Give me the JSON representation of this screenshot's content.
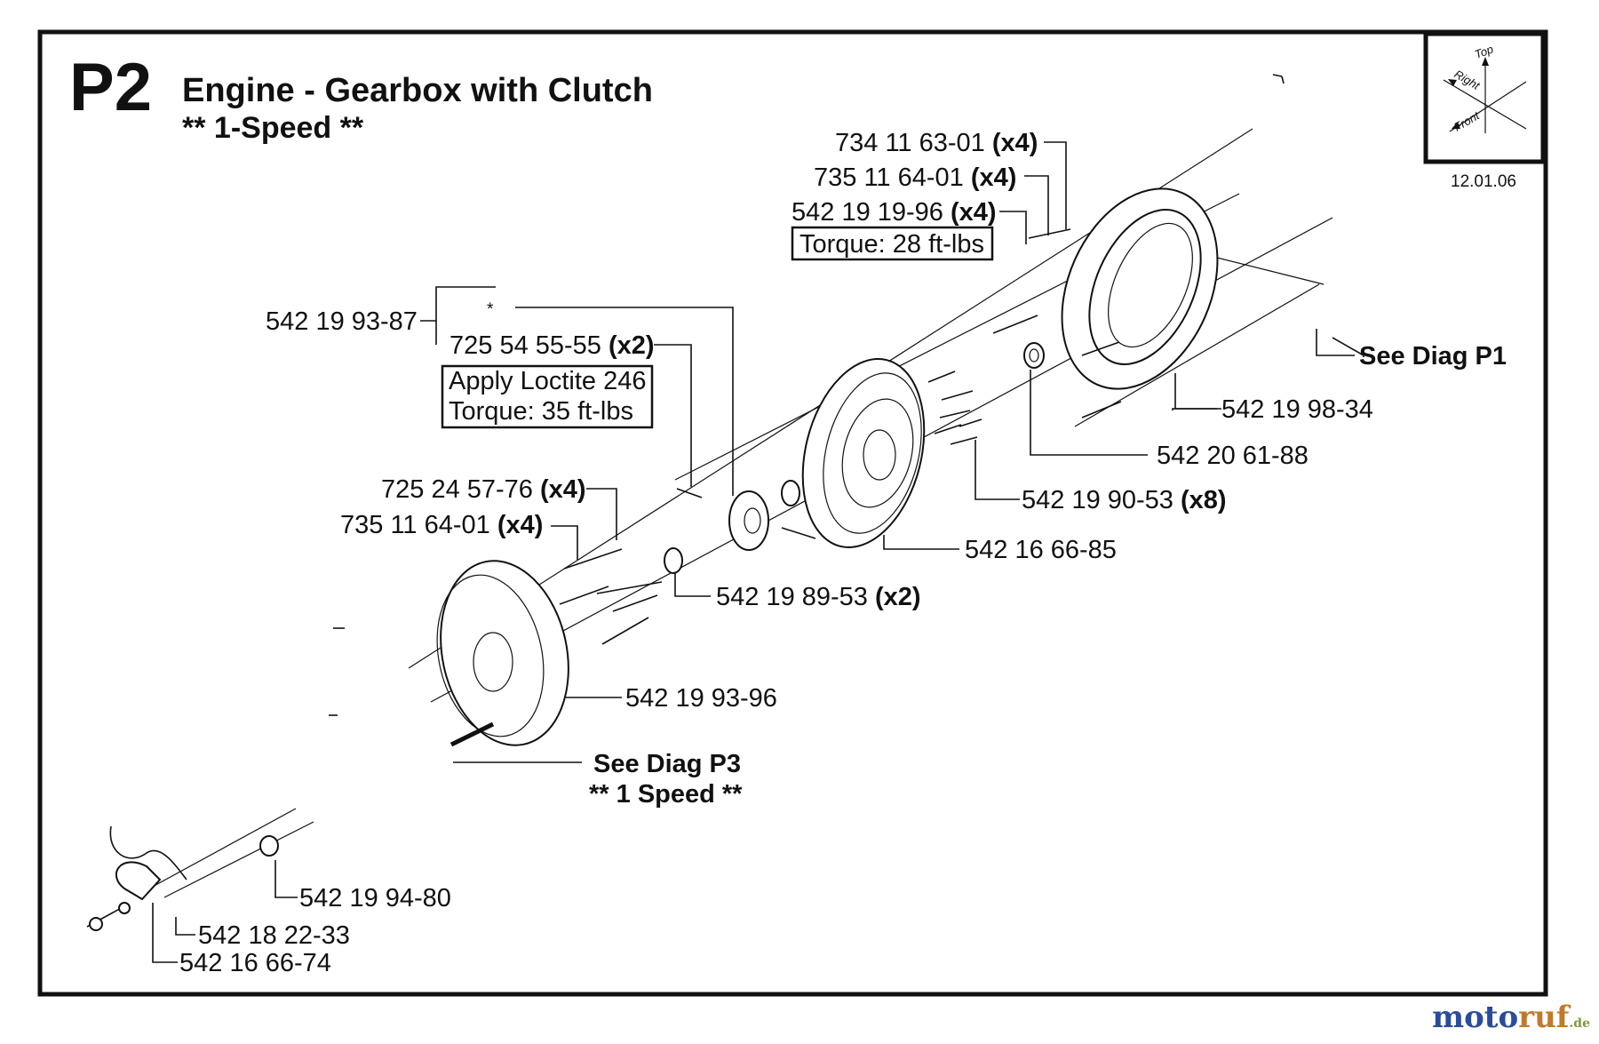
{
  "header": {
    "code": "P2",
    "title": "Engine - Gearbox with Clutch",
    "subtitle": "** 1-Speed **",
    "date": "12.01.06"
  },
  "orientation": {
    "top": "Top",
    "right": "Right",
    "front": "Front"
  },
  "callouts": {
    "c1": "734 11 63-01",
    "c1q": "(x4)",
    "c2": "735 11 64-01",
    "c2q": "(x4)",
    "c3": "542 19 19-96",
    "c3q": "(x4)",
    "torque1": "Torque: 28 ft-lbs",
    "c4": "542 19 93-87",
    "star": "*",
    "c5": "725 54 55-55",
    "c5q": "(x2)",
    "loctite": "Apply Loctite 246",
    "torque2": "Torque:  35 ft-lbs",
    "see_p1": "See Diag P1",
    "c6": "542 19 98-34",
    "c7": "542 20 61-88",
    "c8": "542 19 90-53",
    "c8q": "(x8)",
    "c9": "725 24 57-76",
    "c9q": "(x4)",
    "c10": "735 11 64-01",
    "c10q": "(x4)",
    "c11": "542 16 66-85",
    "c12": "542 19 89-53",
    "c12q": "(x2)",
    "c13": "542 19 93-96",
    "see_p3": "See Diag P3",
    "see_p3_sub": "** 1 Speed **",
    "c14": "542 19 94-80",
    "c15": "542 18 22-33",
    "c16": "542 16 66-74"
  },
  "watermark": {
    "part1": "moto",
    "part2": "ruf",
    "part3": ".de"
  }
}
